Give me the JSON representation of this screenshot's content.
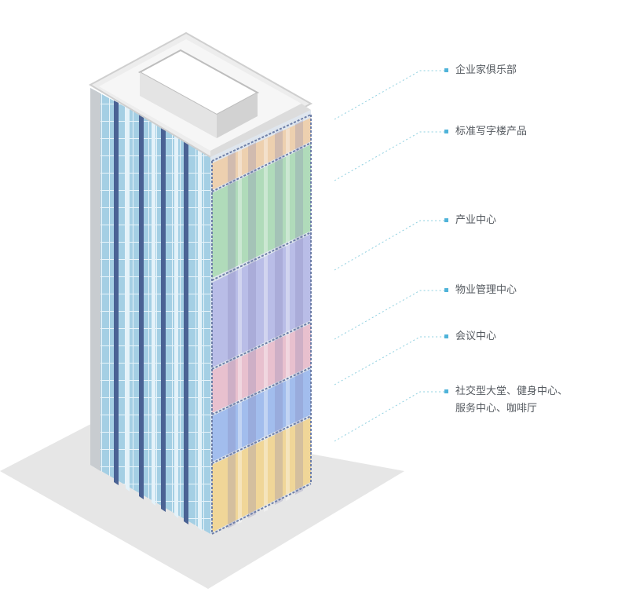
{
  "legend_dot_color": "#4fb3d9",
  "leader_line_color": "#8fd0e0",
  "zones": [
    {
      "id": "club",
      "label": "企业家俱乐部",
      "color": "#f2c89a"
    },
    {
      "id": "office",
      "label": "标准写字楼产品",
      "color": "#a8d8b0"
    },
    {
      "id": "industry",
      "label": "产业中心",
      "color": "#b5b8e6"
    },
    {
      "id": "property",
      "label": "物业管理中心",
      "color": "#eab8c8"
    },
    {
      "id": "meeting",
      "label": "会议中心",
      "color": "#9bb8ec"
    },
    {
      "id": "lobby",
      "label": "社交型大堂、健身中心、",
      "label_line2": "服务中心、咖啡厅",
      "color": "#f2d48e"
    }
  ]
}
